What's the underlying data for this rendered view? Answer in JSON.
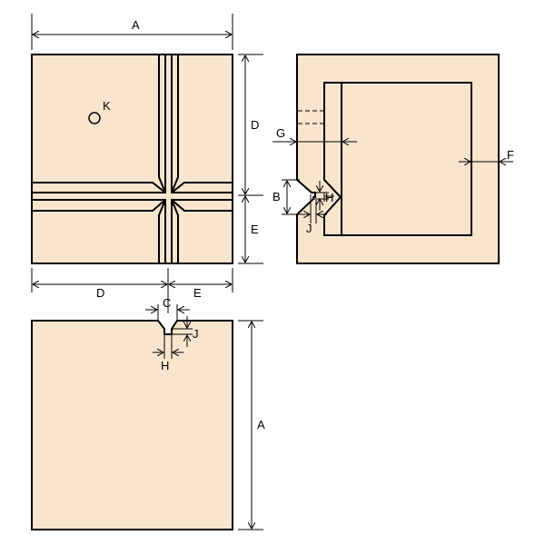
{
  "colors": {
    "part_fill": "#f9e5cd",
    "line": "#000000"
  },
  "labels": {
    "top_view": {
      "width": "A",
      "right_upper": "D",
      "right_lower": "E",
      "bottom_left": "D",
      "bottom_right": "E",
      "hole": "K"
    },
    "side_view": {
      "g": "G",
      "f": "F",
      "b": "B",
      "h": "H",
      "j": "J"
    },
    "bottom_view": {
      "c": "C",
      "j": "J",
      "h": "H",
      "height": "A"
    }
  }
}
